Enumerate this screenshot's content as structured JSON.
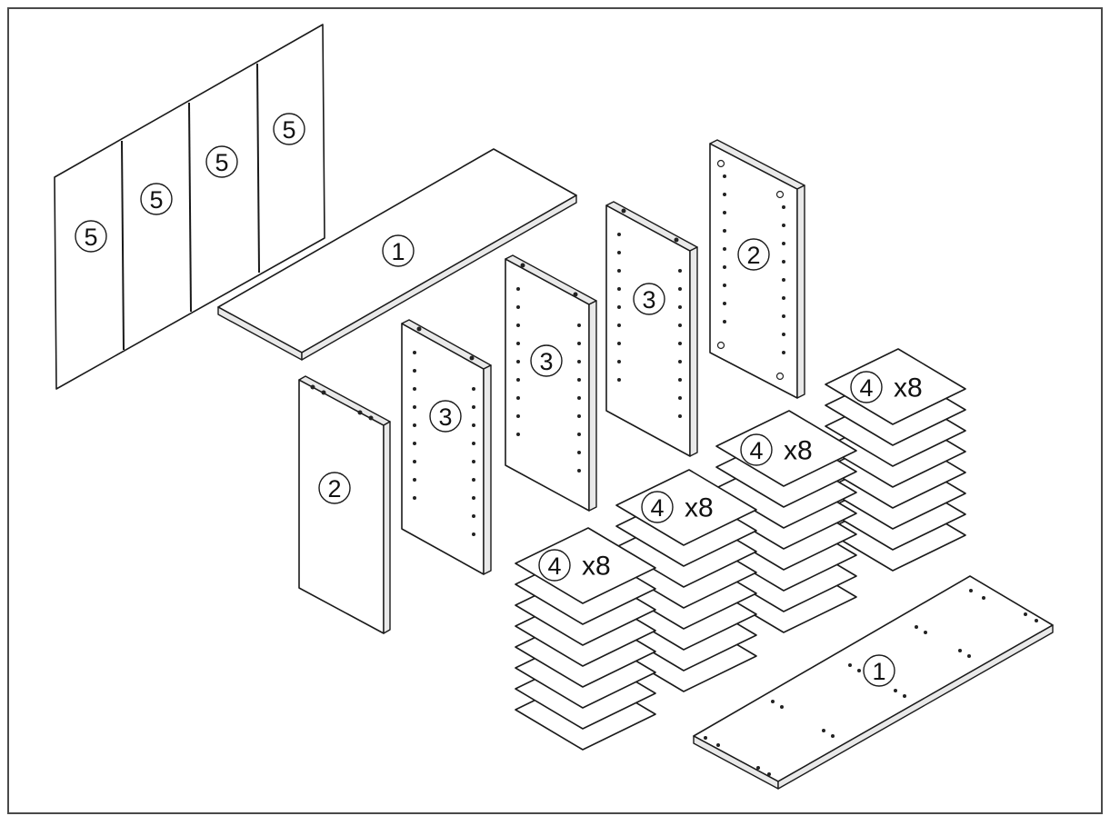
{
  "labels": {
    "back_panel": "5",
    "top_board": "1",
    "bottom_board": "1",
    "side_panel": "2",
    "divider_panel": "3",
    "shelf": "4"
  },
  "quantities": {
    "shelf_stack": "x8"
  }
}
